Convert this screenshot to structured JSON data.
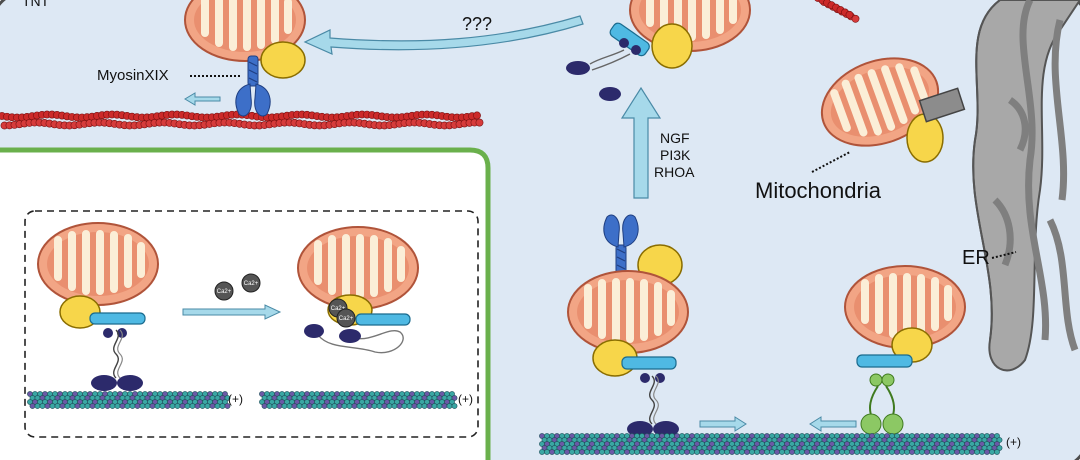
{
  "labels": {
    "corner": "TNT",
    "question": "???",
    "myosin": "MyosinXIX",
    "signal_1": "NGF",
    "signal_2": "PI3K",
    "signal_3": "RHOA",
    "mitochondria": "Mitochondria",
    "er": "ER",
    "plus_end": "(+)",
    "calcium": "Ca2+"
  },
  "colors": {
    "cytoplasm": "#dde8f4",
    "cell_membrane": "#4d4d4d",
    "inset_border": "#6ab04c",
    "mito_outer": "#f2a585",
    "mito_cristae": "#fbeed7",
    "adaptor_yellow": "#f7d64a",
    "miro_blue": "#4fb9e3",
    "motor_navy": "#2c2a6b",
    "myosin_blue": "#3d6fc8",
    "actin_red": "#cc2a2a",
    "microtubule_teal": "#3aa7a3",
    "microtubule_purple": "#6c58a6",
    "dynein_green": "#8cc864",
    "er_gray": "#a8a8a8",
    "arrow_fill": "#a6d9ea",
    "calcium_gray": "#555555"
  },
  "icons": [
    "mitochondrion-icon",
    "kinesin-motor-icon",
    "myosin-motor-icon",
    "dynein-motor-icon",
    "calcium-ion-icon",
    "actin-filament-icon",
    "microtubule-icon",
    "endoplasmic-reticulum-icon"
  ]
}
